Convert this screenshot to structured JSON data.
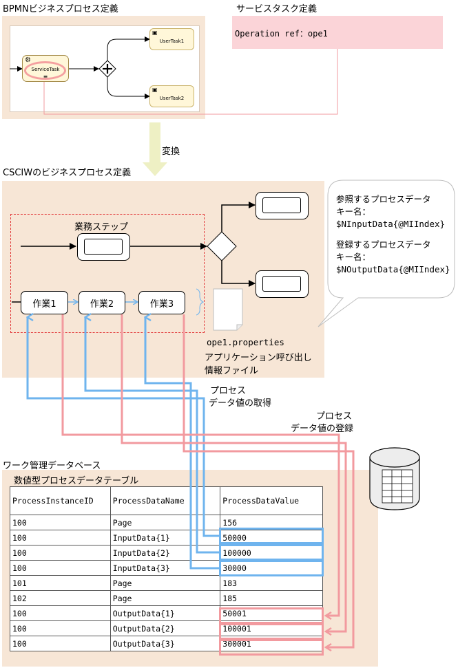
{
  "bpmn": {
    "title": "BPMNビジネスプロセス定義",
    "service_task": "ServiceTask",
    "user_task_1": "UserTask1",
    "user_task_2": "UserTask2"
  },
  "service_def": {
    "title": "サービスタスク定義",
    "operation_ref": "Operation ref：ope1"
  },
  "conversion_label": "変換",
  "csciw": {
    "title": "CSCIWのビジネスプロセス定義",
    "business_step": "業務ステップ",
    "work_1": "作業1",
    "work_2": "作業2",
    "work_3": "作業3",
    "properties_file": "ope1.properties",
    "app_call_info_line1": "アプリケーション呼び出し",
    "app_call_info_line2": "情報ファイル"
  },
  "bubble": {
    "ref_line1": "参照するプロセスデータ",
    "ref_line2": "キー名：",
    "ref_key": "$NInputData{@MIIndex}",
    "reg_line1": "登録するプロセスデータ",
    "reg_line2": "キー名：",
    "reg_key": "$NOutputData{@MIIndex}"
  },
  "labels": {
    "get_line1": "プロセス",
    "get_line2": "データ値の取得",
    "reg_line1": "プロセス",
    "reg_line2": "データ値の登録"
  },
  "database": {
    "title": "ワーク管理データベース",
    "table_title": "数値型プロセスデータテーブル",
    "columns": [
      "ProcessInstanceID",
      "ProcessDataName",
      "ProcessDataValue"
    ],
    "rows": [
      [
        "100",
        "Page",
        "156"
      ],
      [
        "100",
        "InputData{1}",
        "50000"
      ],
      [
        "100",
        "InputData{2}",
        "100000"
      ],
      [
        "100",
        "InputData{3}",
        "30000"
      ],
      [
        "101",
        "Page",
        "183"
      ],
      [
        "102",
        "Page",
        "185"
      ],
      [
        "100",
        "OutputData{1}",
        "50001"
      ],
      [
        "100",
        "OutputData{2}",
        "100001"
      ],
      [
        "100",
        "OutputData{3}",
        "300001"
      ]
    ]
  },
  "colors": {
    "panel": "#f7e6d6",
    "service_def_bg": "#fbd4d8",
    "get_arrow": "#6fb4ee",
    "register_arrow": "#f29a9f",
    "dashed_group": "#e23a3a",
    "conversion_arrow": "#eef0c4"
  }
}
